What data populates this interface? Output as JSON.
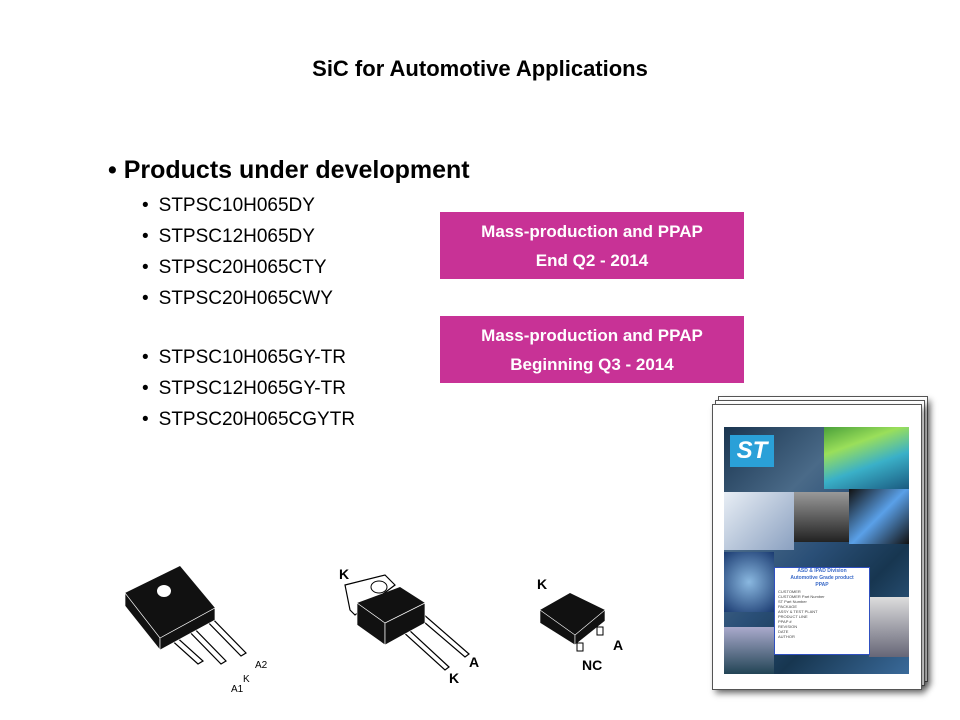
{
  "title": "SiC for Automotive Applications",
  "heading": "Products under development",
  "products": [
    "STPSC10H065DY",
    "STPSC12H065DY",
    "STPSC20H065CTY",
    "STPSC20H065CWY",
    "STPSC10H065GY-TR",
    "STPSC12H065GY-TR",
    "STPSC20H065CGYTR"
  ],
  "milestones": [
    {
      "line1": "Mass-production and PPAP",
      "line2": "End Q2 - 2014"
    },
    {
      "line1": "Mass-production and PPAP",
      "line2": "Beginning Q3 - 2014"
    }
  ],
  "packages": {
    "to247_pins": [
      "A1",
      "K",
      "A2"
    ],
    "to220_pins": [
      "K",
      "K",
      "A"
    ],
    "d2pak_pins": [
      "K",
      "NC",
      "A"
    ]
  },
  "ppap_doc": {
    "logo": "ST",
    "division": "ASD & IPAD Division",
    "subtitle": "Automotive Grade product",
    "doc_title": "PPAP",
    "fields": [
      "CUSTOMER",
      "CUSTOMER Part Number",
      "ST Part Number",
      "PACKAGE",
      "ASSY & TEST PLANT",
      "PRODUCT LINE",
      "PPAP #",
      "REVISION",
      "DATE",
      "AUTHOR"
    ]
  },
  "colors": {
    "accent": "#c83296"
  }
}
